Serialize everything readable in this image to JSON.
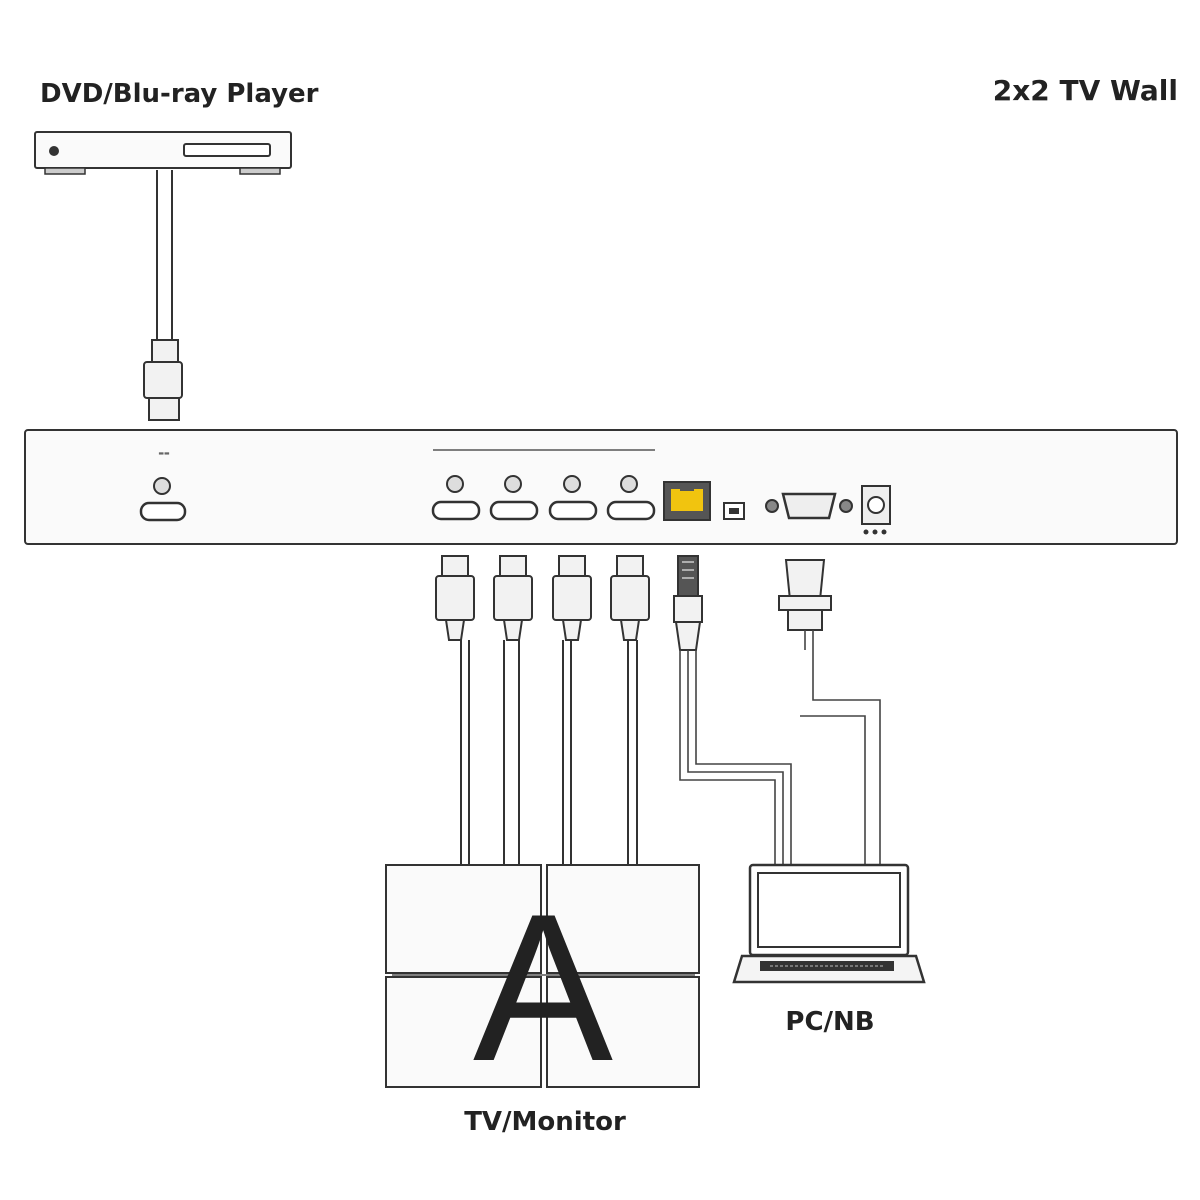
{
  "labels": {
    "source": "DVD/Blu-ray Player",
    "wall_title": "2x2 TV Wall",
    "display": "TV/Monitor",
    "computer": "PC/NB",
    "wall_letter": "A"
  },
  "icons": {
    "source": "dvd-player-icon",
    "processor": "video-wall-processor-icon",
    "display": "tv-wall-icon",
    "computer": "laptop-icon"
  },
  "colors": {
    "line": "#333333",
    "rj45_jack": "#f1c40f"
  }
}
